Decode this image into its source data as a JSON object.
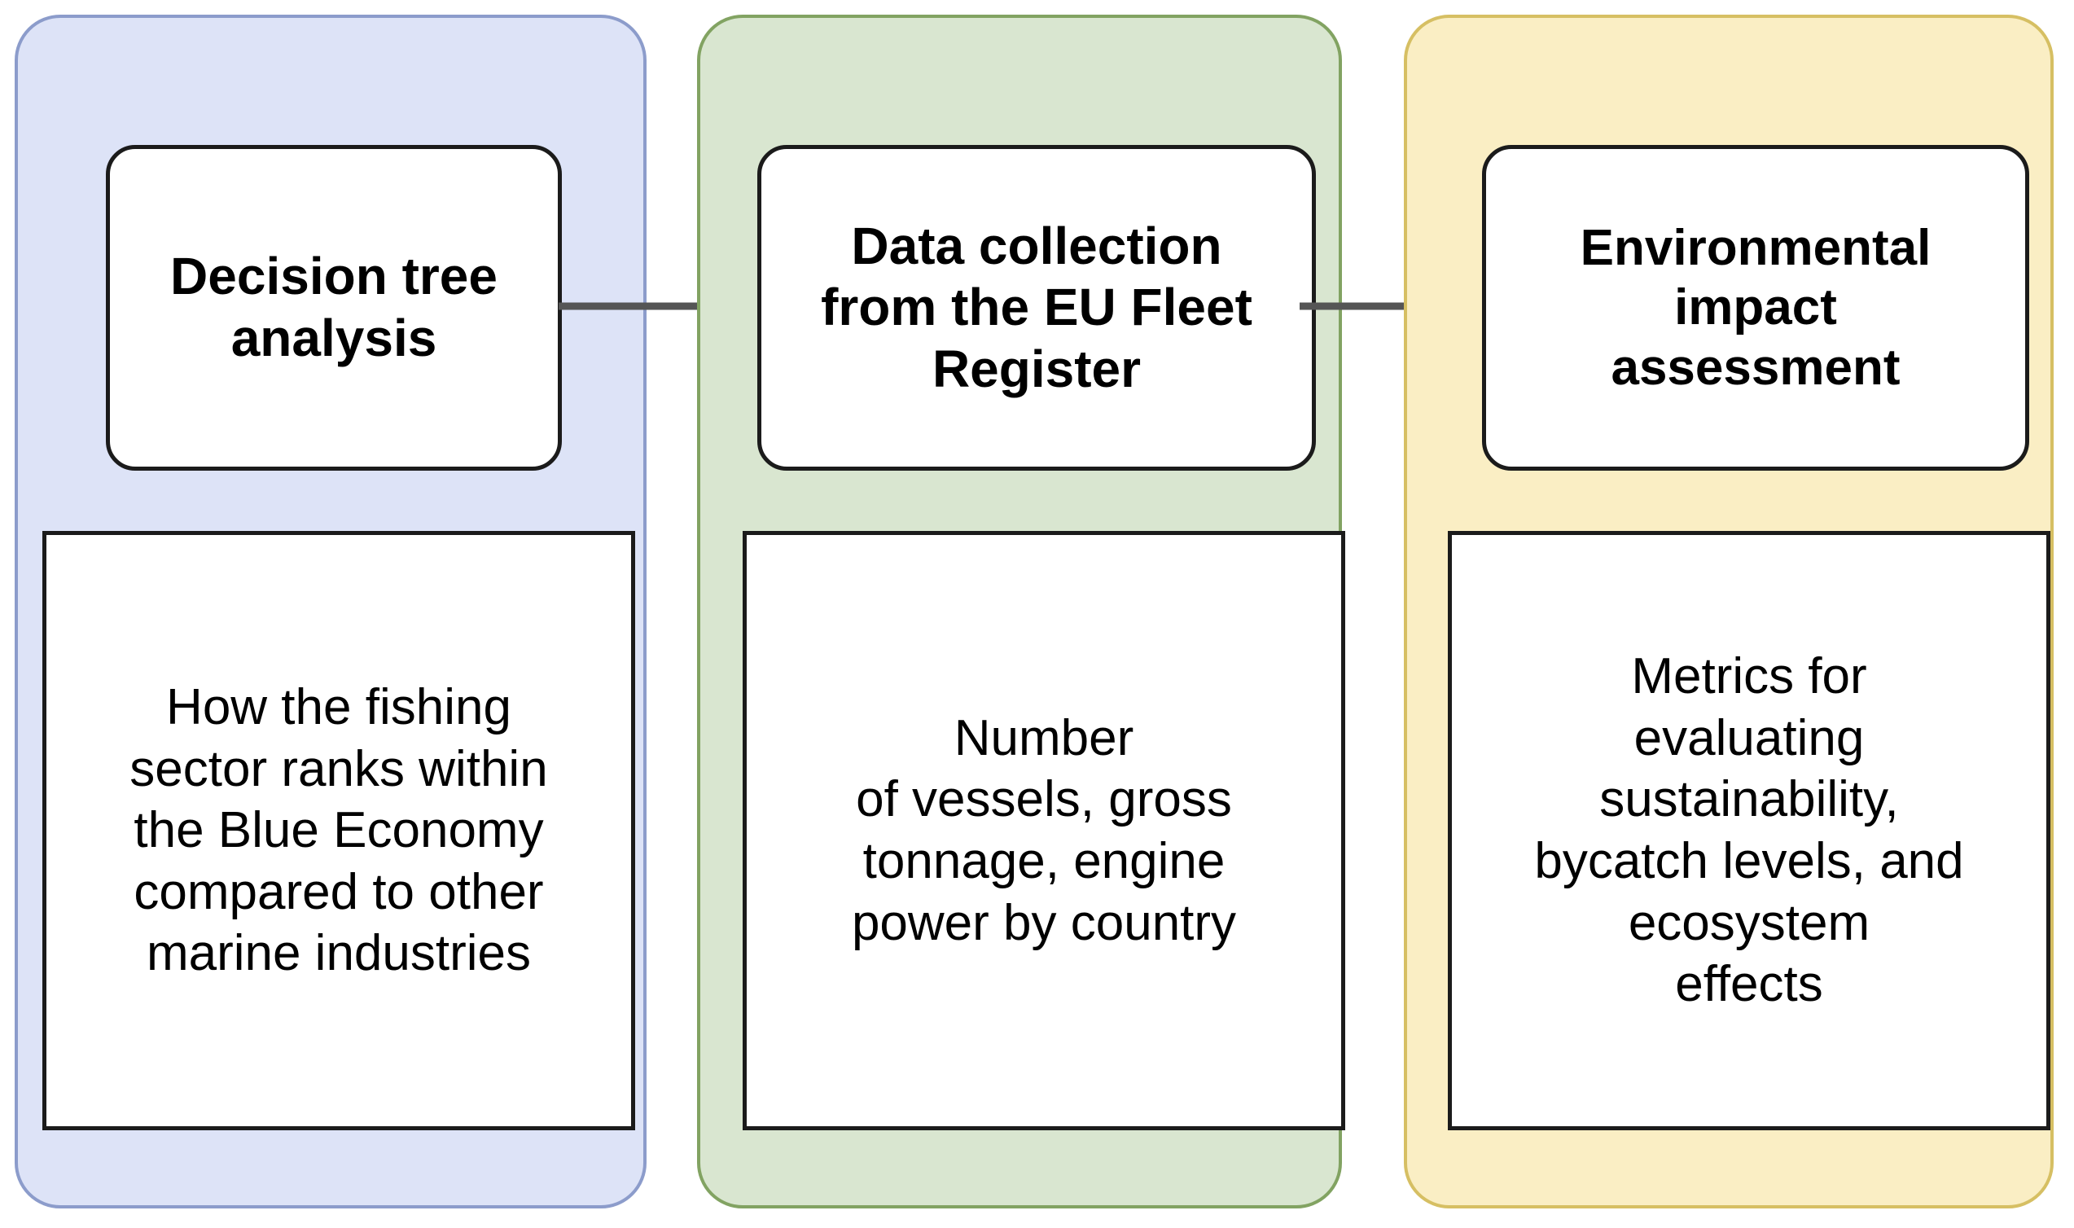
{
  "diagram": {
    "type": "three-stage-horizontal-flow",
    "orientation": "left-to-right",
    "stage_count": 3,
    "arrow_count": 2
  },
  "colors": {
    "panel_blue_fill": "#dde3f7",
    "panel_blue_border": "#8c9ccb",
    "panel_green_fill": "#d9e6d0",
    "panel_green_border": "#82a362",
    "panel_yellow_fill": "#faeec4",
    "panel_yellow_border": "#d6bf63",
    "card_fill": "#ffffff",
    "card_border": "#1b1b1b",
    "arrow_line": "#555555",
    "arrow_head": "#000000",
    "text": "#000000"
  },
  "stages": [
    {
      "id": "stage-1",
      "accent": "blue",
      "title": "Decision tree\nanalysis",
      "detail": "How the fishing\nsector ranks within\nthe Blue Economy\ncompared to other\nmarine industries"
    },
    {
      "id": "stage-2",
      "accent": "green",
      "title": "Data collection\nfrom the EU Fleet\nRegister",
      "detail": "Number\nof vessels, gross\ntonnage, engine\npower by country"
    },
    {
      "id": "stage-3",
      "accent": "yellow",
      "title": "Environmental\nimpact\nassessment",
      "detail": "Metrics for\nevaluating\nsustainability,\nbycatch levels, and\necosystem\neffects"
    }
  ],
  "connectors": [
    {
      "id": "arrow-1",
      "from": "stage-1",
      "to": "stage-2",
      "style": "solid-line-filled-arrowhead"
    },
    {
      "id": "arrow-2",
      "from": "stage-2",
      "to": "stage-3",
      "style": "solid-line-filled-arrowhead"
    }
  ]
}
